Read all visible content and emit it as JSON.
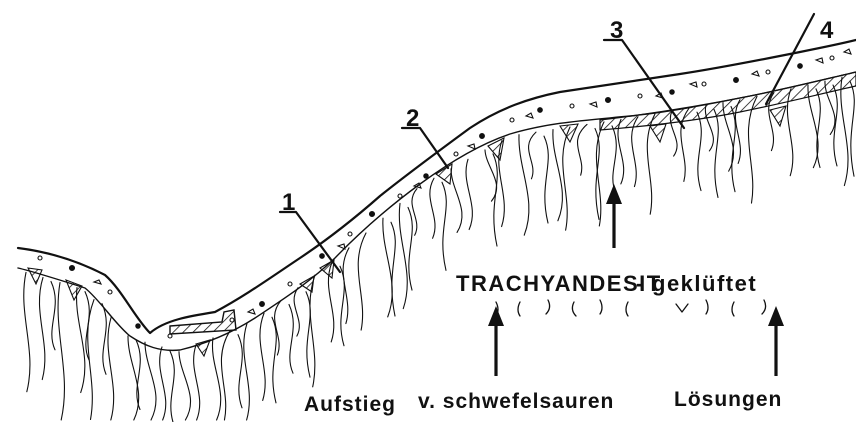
{
  "labels": {
    "layer_1": "1",
    "layer_2": "2",
    "layer_3": "3",
    "layer_4": "4"
  },
  "rock": {
    "name": "TRACHYANDESIT",
    "dash": "-",
    "state": "geklüftet"
  },
  "caption": {
    "word_1": "Aufstieg",
    "word_2": "v. schwefelsauren",
    "word_3": "Lösungen"
  }
}
